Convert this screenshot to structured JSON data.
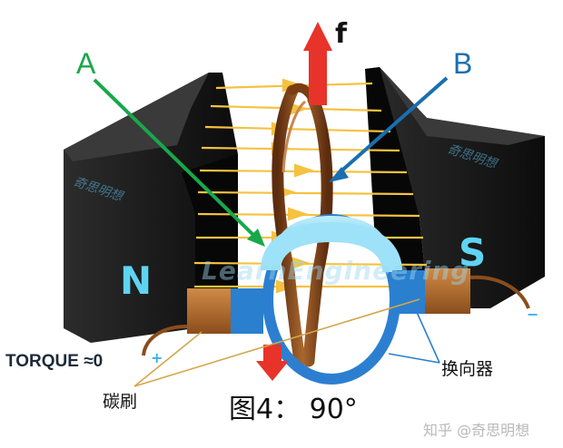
{
  "labels": {
    "force": "f",
    "wire_a": "A",
    "wire_b": "B",
    "north_pole": "N",
    "south_pole": "S",
    "torque": "TORQUE ≈0",
    "brush": "碳刷",
    "commutator": "换向器",
    "caption": "图4： 90°"
  },
  "watermarks": {
    "magnet_left": "奇思明想",
    "magnet_right": "奇思明想",
    "center": "LearnEngineering",
    "bottom_right": "知乎 @奇思明想"
  },
  "colors": {
    "magnet": "#161616",
    "pole_letter": "#5fd4f2",
    "field_line": "#f5c241",
    "coil": "#8b4a1e",
    "commutator": "#7fd3f5",
    "brush": "#b06a2c",
    "force_arrow": "#e8332a",
    "label_a": "#18a84a",
    "label_b": "#1a6fb0"
  }
}
